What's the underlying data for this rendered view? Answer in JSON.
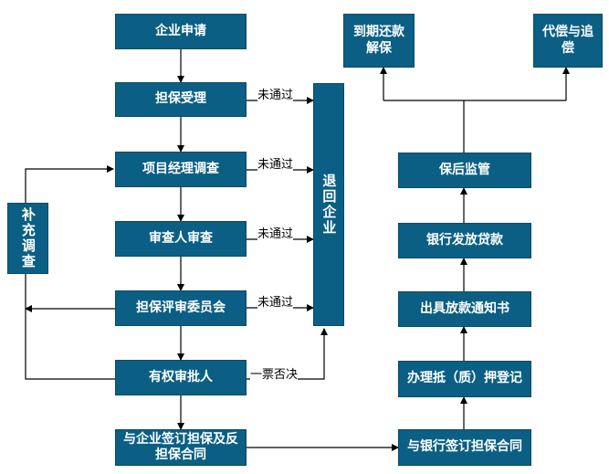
{
  "nodes": {
    "apply": "企业申请",
    "accept": "担保受理",
    "pm_investigation": "项目经理调查",
    "reviewer": "审查人审查",
    "committee": "担保评审委员会",
    "approver": "有权审批人",
    "sign_company": "与企业签订担保及反担保合同",
    "sign_bank": "与银行签订担保合同",
    "pledge_register": "办理抵（质）押登记",
    "loan_notice": "出具放款通知书",
    "bank_loan": "银行发放贷款",
    "post_monitor": "保后监管",
    "release": "到期还款解保",
    "compensation": "代偿与追偿",
    "return_company": "退回企业",
    "supplement": "补充调查"
  },
  "edge_labels": {
    "not_passed": "未通过",
    "veto": "一票否决"
  },
  "colors": {
    "box_fill": "#0b5f84",
    "box_text": "#ffffff"
  }
}
